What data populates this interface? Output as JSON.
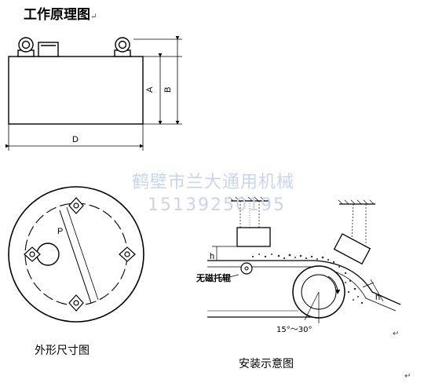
{
  "title": "工作原理图",
  "return_mark": "↵",
  "watermark": {
    "company": "鹤壁市兰大通用机械",
    "phone": "15139250195"
  },
  "dimensions": {
    "A": "A",
    "B": "B",
    "D": "D",
    "P": "P",
    "h": "h"
  },
  "labels": {
    "roller": "无磁托辊",
    "angle": "15°～30°"
  },
  "captions": {
    "outline": "外形尺寸图",
    "install": "安装示意图"
  }
}
